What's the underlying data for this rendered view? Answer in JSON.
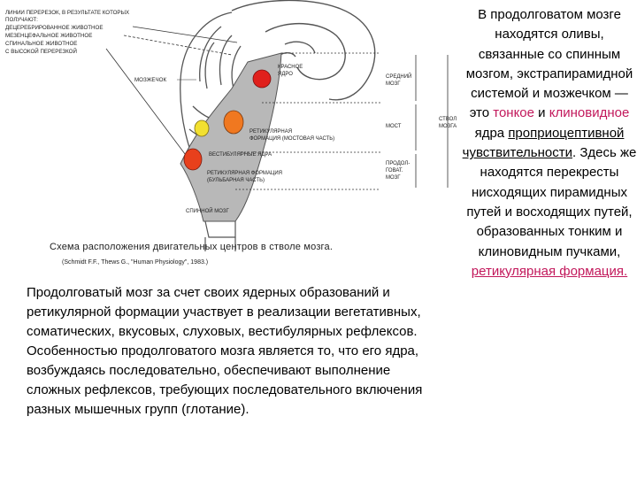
{
  "diagram": {
    "legend_lines": [
      "ЛИНИИ ПЕРЕРЕЗОК, В РЕЗУЛЬТАТЕ КОТОРЫХ",
      "ПОЛУЧАЮТ:",
      "ДЕЦЕРЕБРИРОВАННОЕ ЖИВОТНОЕ",
      "МЕЗЕНЦЕФАЛЬНОЕ ЖИВОТНОЕ",
      "СПИНАЛЬНОЕ ЖИВОТНОЕ",
      "С ВЫСОКОЙ ПЕРЕРЕЗКОЙ"
    ],
    "cerebellum": "МОЗЖЕЧОК",
    "red_nucleus": [
      "КРАСНОЕ",
      "ЯДРО"
    ],
    "pontine_rf": [
      "РЕТИКУЛЯРНАЯ",
      "ФОРМАЦИЯ (МОСТОВАЯ ЧАСТЬ)"
    ],
    "vestibular": "ВЕСТИБУЛЯРНЫЕ ЯДРА",
    "bulbar_rf": [
      "РЕТИКУЛЯРНАЯ ФОРМАЦИЯ",
      "(БУЛЬБАРНАЯ ЧАСТЬ)"
    ],
    "spinal_cord": "СПИННОЙ МОЗГ",
    "midbrain": [
      "СРЕДНИЙ",
      "МОЗГ"
    ],
    "pons": "МОСТ",
    "medulla": [
      "ПРОДОЛ-",
      "ГОВАТ.",
      "МОЗГ"
    ],
    "brainstem": [
      "СТВОЛ",
      "МОЗГА"
    ],
    "caption": "Схема расположения двигательных центров в стволе мозга.",
    "source": "(Schmidt F.F., Thews G., \"Human Physiology\", 1983.)",
    "colors": {
      "red_nucleus": "#e0201c",
      "pontine_rf": "#f07820",
      "vestibular": "#f2e030",
      "bulbar_rf": "#e8401c",
      "stem_shade": "#b8b8b8"
    }
  },
  "left_paragraph": "Продолговатый мозг за счет своих ядерных образований и ретикулярной формации участвует в реализации вегетативных, соматических, вкусовых, слуховых, вестибулярных рефлексов. Особенностью продолговатого мозга является то, что его ядра, возбуждаясь последовательно, обеспечивают выполнение сложных рефлексов, требующих последовательного включения разных мышечных групп (глотание).",
  "right_paragraph": {
    "part1": "В продолговатом мозге находятся оливы, связанные со спинным мозгом, экстрапирамидной системой и мозжечком — это",
    "link1": "тонкое",
    "part2": "и",
    "link2": "клиновидное",
    "part3": "ядра",
    "underlined": "проприоцептивной чувствительности",
    "part4": ". Здесь же находятся перекресты нисходящих пирамидных путей и восходящих путей, образованных тонким и клиновидным пучками,",
    "link3": "ретикулярная формация."
  }
}
